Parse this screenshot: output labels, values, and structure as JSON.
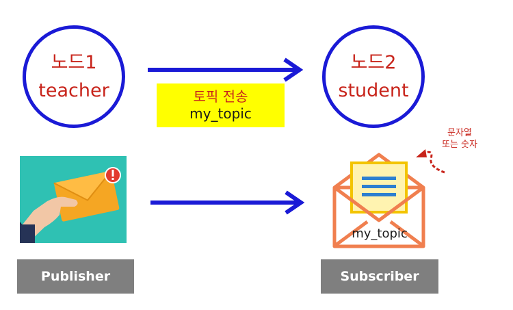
{
  "node1": {
    "name": "노드1",
    "role": "teacher"
  },
  "node2": {
    "name": "노드2",
    "role": "student"
  },
  "topic": {
    "title": "토픽 전송",
    "name": "my_topic"
  },
  "publisher": {
    "label": "Publisher"
  },
  "subscriber": {
    "label": "Subscriber",
    "envelope_text": "my_topic"
  },
  "note": {
    "line1": "문자열",
    "line2": "또는 숫자"
  },
  "colors": {
    "arrow": "#1a1ad6",
    "node_text": "#c8241b",
    "topic_bg": "#ffff00",
    "label_bg": "#7f7f7f",
    "envelope": "#f07f4f"
  }
}
